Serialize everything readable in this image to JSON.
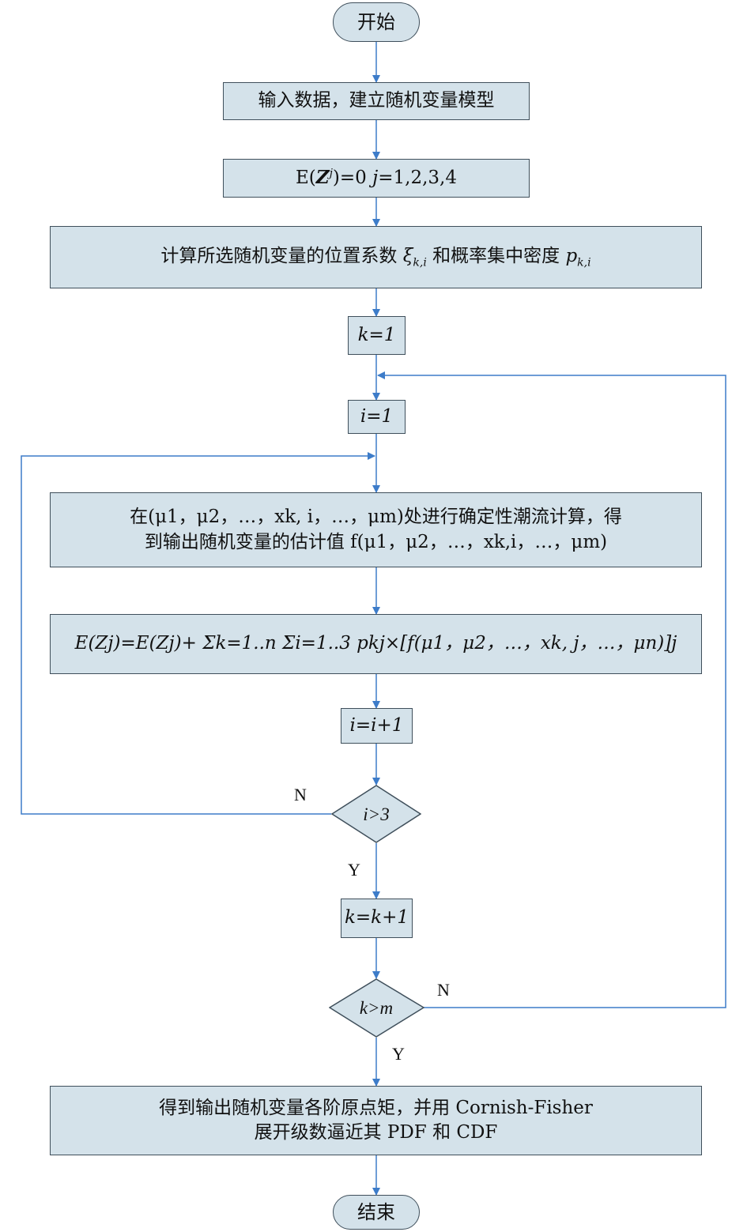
{
  "nodes": {
    "start": "开始",
    "input": "输入数据，建立随机变量模型",
    "init": {
      "e": "E(",
      "z": "Z",
      "sup": "j",
      "rest": ")=0 ",
      "j": "j",
      "vals": "=1,2,3,4"
    },
    "location": {
      "text": "计算所选随机变量的位置系数 ",
      "xi": "ξ",
      "xi_sub": "k,i",
      "mid": " 和概率集中密度 ",
      "p": "p",
      "p_sub": "k,i"
    },
    "k_init": "k=1",
    "i_init": "i=1",
    "compute": {
      "line1": "在(μ1，μ2，…，xk, i，…，μm)处进行确定性潮流计算，得",
      "line2": "到输出随机变量的估计值 f(μ1，μ2，…，xk,i，…，μm)"
    },
    "accumulate": "E(Zj)=E(Zj)+ Σk=1..n Σi=1..3 pkj×[f(μ1，μ2，…，xk, j，…，μn)]j",
    "i_inc": "i=i+1",
    "i_check": "i>3",
    "k_inc": "k=k+1",
    "k_check": "k>m",
    "result": {
      "line1": "得到输出随机变量各阶原点矩，并用 Cornish-Fisher",
      "line2": "展开级数逼近其 PDF 和 CDF"
    },
    "end": "结束"
  },
  "labels": {
    "i_no": "N",
    "i_yes": "Y",
    "k_no": "N",
    "k_yes": "Y"
  },
  "colors": {
    "box_fill": "#d4e2ea",
    "box_border": "#3f4f5b",
    "arrow": "#3d7cc9"
  }
}
